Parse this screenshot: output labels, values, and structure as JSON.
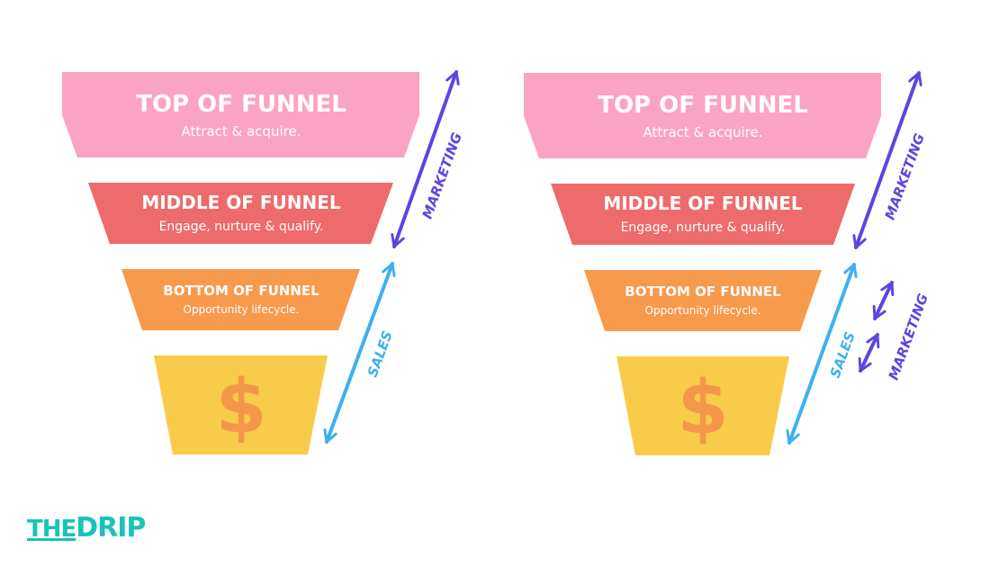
{
  "colors": {
    "top": "#fba3c4",
    "middle": "#ed6b6b",
    "bottom": "#f79a4c",
    "revenue": "#f8cb4a",
    "dollar": "#f39748",
    "marketing": "#5a46e0",
    "sales": "#3db0f0",
    "logo": "#19c3b8"
  },
  "funnels": [
    {
      "stages": [
        {
          "title": "TOP OF FUNNEL",
          "subtitle": "Attract & acquire."
        },
        {
          "title": "MIDDLE OF FUNNEL",
          "subtitle": "Engage, nurture & qualify."
        },
        {
          "title": "BOTTOM OF FUNNEL",
          "subtitle": "Opportunity lifecycle."
        },
        {
          "icon": "dollar-icon",
          "symbol": "$"
        }
      ],
      "labels": {
        "marketing": "MARKETING",
        "sales": "SALES"
      }
    },
    {
      "stages": [
        {
          "title": "TOP OF FUNNEL",
          "subtitle": "Attract & acquire."
        },
        {
          "title": "MIDDLE OF FUNNEL",
          "subtitle": "Engage, nurture & qualify."
        },
        {
          "title": "BOTTOM OF FUNNEL",
          "subtitle": "Opportunity lifecycle."
        },
        {
          "icon": "dollar-icon",
          "symbol": "$"
        }
      ],
      "labels": {
        "marketing": "MARKETING",
        "sales": "SALES",
        "marketing_secondary": "MARKETING"
      }
    }
  ],
  "logo": {
    "the": "THE",
    "drip": "DRIP"
  }
}
